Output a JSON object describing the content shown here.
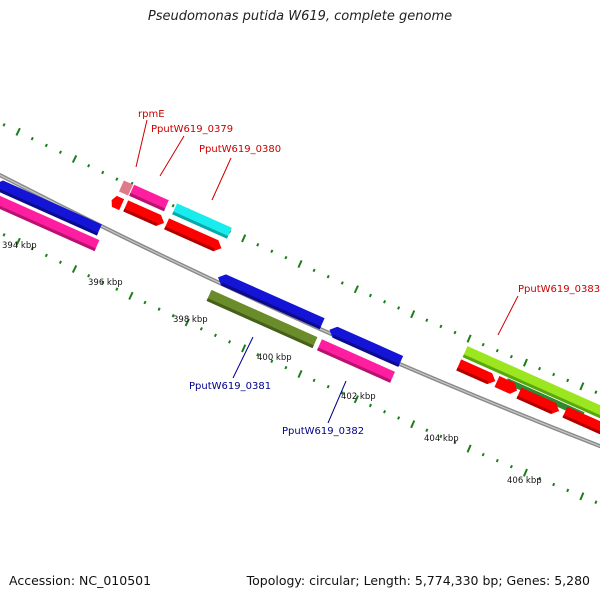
{
  "title": "Pseudomonas putida W619, complete genome",
  "footer": {
    "accession": "Accession: NC_010501",
    "summary": "Topology: circular; Length: 5,774,330 bp; Genes: 5,280"
  },
  "colors": {
    "backbone": "#8a8a8a",
    "tick": "#1a7f1a",
    "forward_label": "#cc0000",
    "reverse_label": "#00008b"
  },
  "ticks": [
    "394 kbp",
    "396 kbp",
    "398 kbp",
    "400 kbp",
    "402 kbp",
    "404 kbp",
    "406 kbp"
  ],
  "genes": {
    "rpmE": "rpmE",
    "g0379": "PputW619_0379",
    "g0380": "PputW619_0380",
    "g0381": "PputW619_0381",
    "g0382": "PputW619_0382",
    "g0383": "PputW619_0383"
  }
}
